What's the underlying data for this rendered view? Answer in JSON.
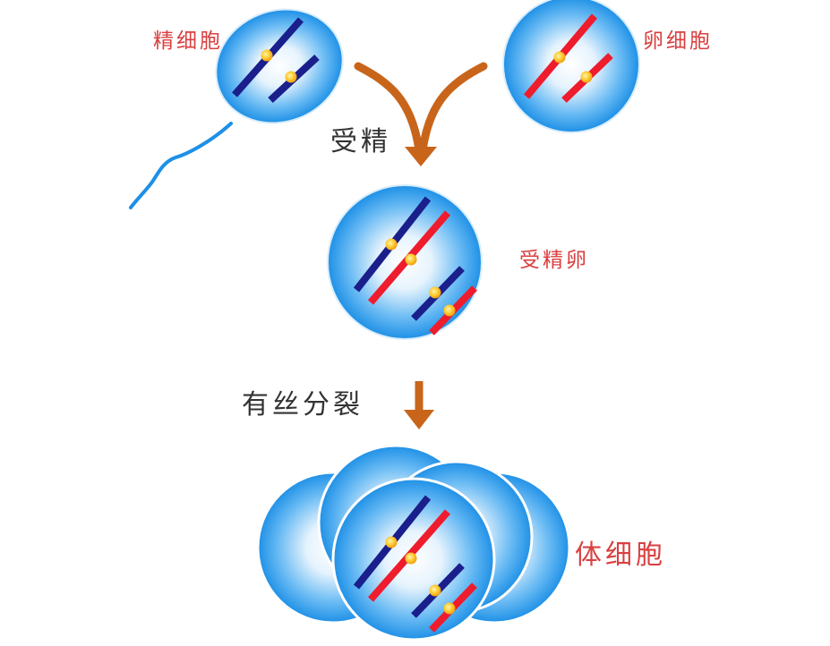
{
  "labels": {
    "sperm": "精细胞",
    "egg": "卵细胞",
    "fertilization": "受精",
    "zygote": "受精卵",
    "mitosis": "有丝分裂",
    "somatic": "体细胞"
  },
  "colors": {
    "cell_edge": "#1e90e6",
    "cell_center": "#ffffff",
    "paternal_chromosome": "#1a1f8c",
    "maternal_chromosome": "#ee1c2c",
    "centromere": "#ffb81e",
    "arrow": "#c8651a",
    "red_label": "#d94040",
    "dark_label": "#333333"
  }
}
